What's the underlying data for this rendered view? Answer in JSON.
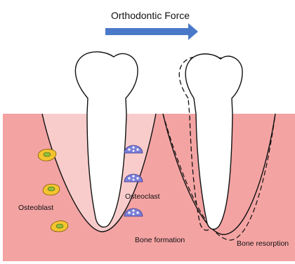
{
  "title": "Orthodontic Force",
  "labels": {
    "osteoblast": "Osteoblast",
    "osteoclast": "Osteoclast",
    "bone_formation": "Bone formation",
    "bone_resorption": "Bone resorption"
  },
  "colors": {
    "bone": "#f4a3a3",
    "ligament": "#f9cccc",
    "tooth_fill": "#ffffff",
    "outline": "#111111",
    "arrow": "#4a78c9",
    "osteoblast_fill": "#f4c430",
    "osteoblast_nucleus": "#8fbf3a",
    "osteoclast_fill": "#7b7fd9"
  },
  "icons": {
    "osteoblast": "osteoblast-cell-icon",
    "osteoclast": "osteoclast-cell-icon"
  }
}
